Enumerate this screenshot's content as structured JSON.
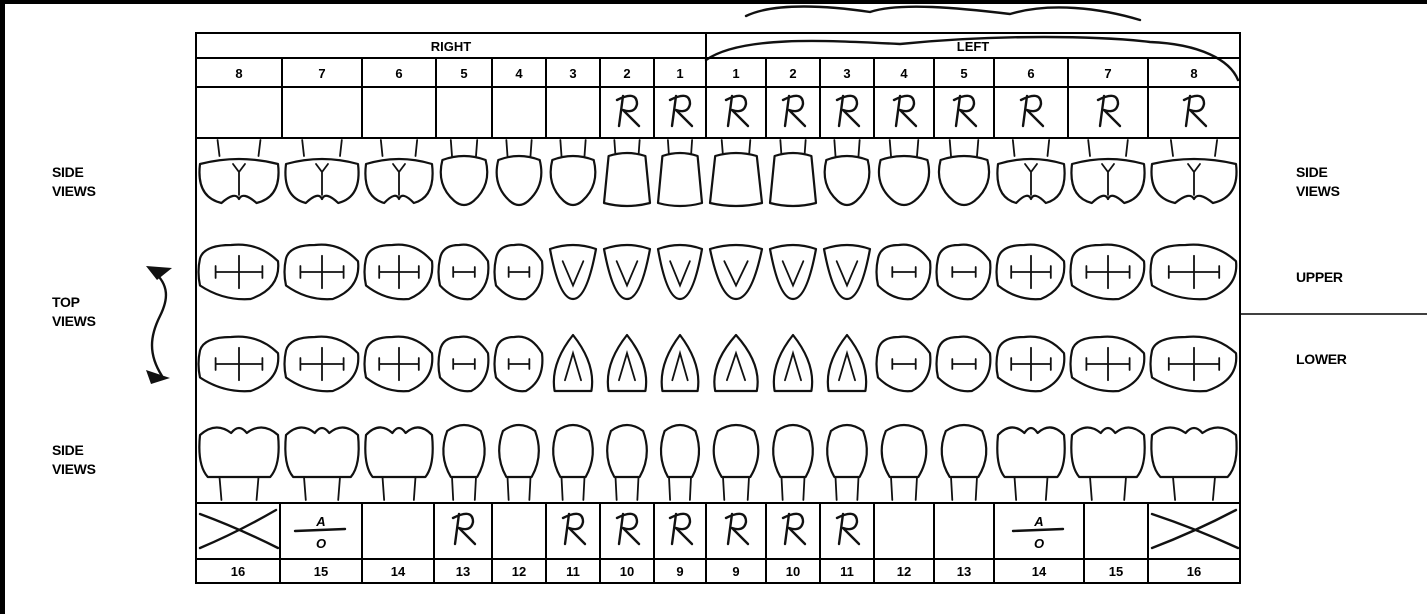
{
  "header": {
    "right_label": "RIGHT",
    "left_label": "LEFT"
  },
  "upper_numbers": [
    "8",
    "7",
    "6",
    "5",
    "4",
    "3",
    "2",
    "1",
    "1",
    "2",
    "3",
    "4",
    "5",
    "6",
    "7",
    "8"
  ],
  "lower_numbers": [
    "16",
    "15",
    "14",
    "13",
    "12",
    "11",
    "10",
    "9",
    "9",
    "10",
    "11",
    "12",
    "13",
    "14",
    "15",
    "16"
  ],
  "labels": {
    "left_side_views_top": [
      "SIDE",
      "VIEWS"
    ],
    "left_top_views": [
      "TOP",
      "VIEWS"
    ],
    "left_side_views_bottom": [
      "SIDE",
      "VIEWS"
    ],
    "right_side_views": [
      "SIDE",
      "VIEWS"
    ],
    "right_upper": "UPPER",
    "right_lower": "LOWER"
  },
  "annotations": {
    "upper_marks": [
      "",
      "",
      "",
      "",
      "",
      "",
      "R",
      "R",
      "R",
      "R",
      "R",
      "R",
      "R",
      "R",
      "R",
      "R"
    ],
    "lower_marks": [
      "X",
      "A/O",
      "",
      "R",
      "",
      "R",
      "R",
      "R",
      "R",
      "R",
      "R",
      "",
      "",
      "A/O",
      "",
      "X"
    ]
  }
}
